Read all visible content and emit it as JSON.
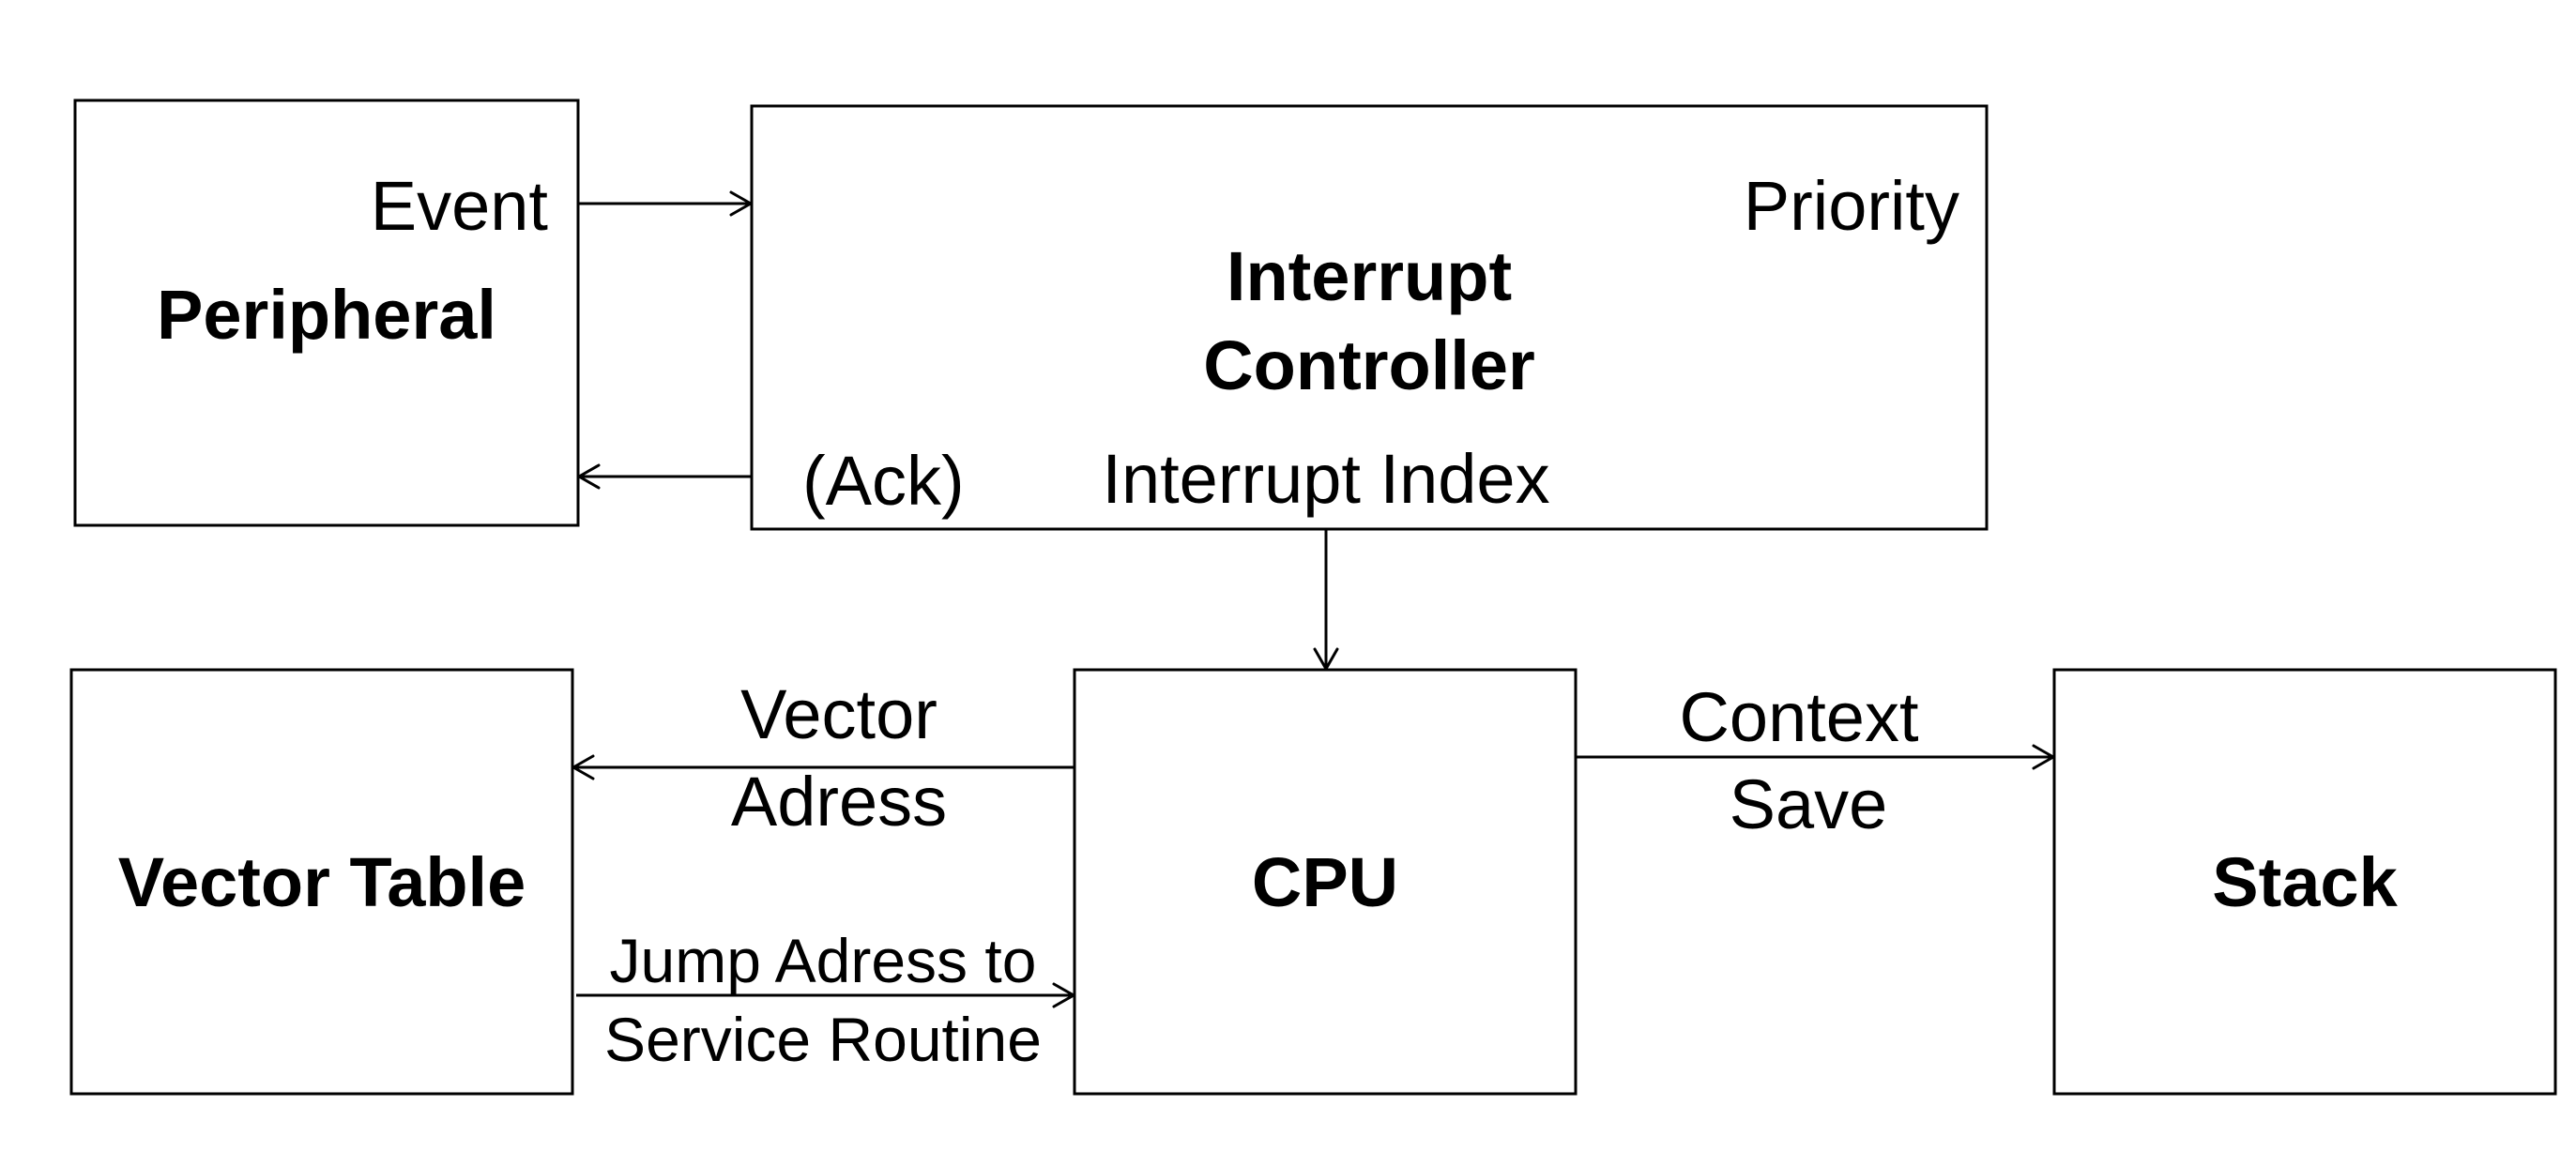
{
  "nodes": {
    "peripheral": {
      "title": "Peripheral",
      "port_event": "Event"
    },
    "interrupt_controller": {
      "title_line1": "Interrupt",
      "title_line2": "Controller",
      "port_priority": "Priority",
      "port_ack": "(Ack)",
      "port_index": "Interrupt Index"
    },
    "vector_table": {
      "title": "Vector Table"
    },
    "cpu": {
      "title": "CPU"
    },
    "stack": {
      "title": "Stack"
    }
  },
  "edges": {
    "vector_address": {
      "line1": "Vector",
      "line2": "Adress"
    },
    "jump_address": {
      "line1": "Jump Adress to",
      "line2": "Service Routine"
    },
    "context_save": {
      "line1": "Context",
      "line2": "Save"
    }
  }
}
